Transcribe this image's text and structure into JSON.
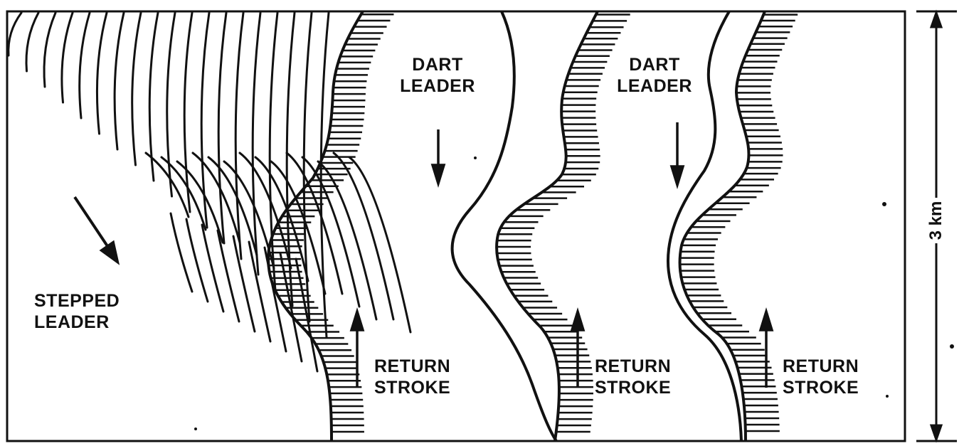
{
  "labels": {
    "stepped_leader": [
      "STEPPED",
      "LEADER"
    ],
    "dart_leader_1": [
      "DART",
      "LEADER"
    ],
    "dart_leader_2": [
      "DART",
      "LEADER"
    ],
    "return_stroke_1": [
      "RETURN",
      "STROKE"
    ],
    "return_stroke_2": [
      "RETURN",
      "STROKE"
    ],
    "return_stroke_3": [
      "RETURN",
      "STROKE"
    ]
  },
  "scale_label": "3 km",
  "colors": {
    "ink": "#111111",
    "paper": "#ffffff"
  }
}
